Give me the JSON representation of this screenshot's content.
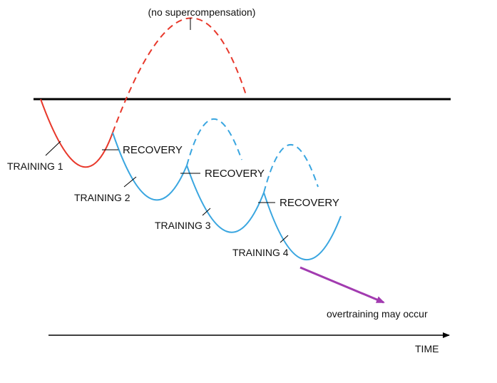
{
  "labels": {
    "top_note": "(no supercompensation)",
    "training_1": "TRAINING 1",
    "training_2": "TRAINING 2",
    "training_3": "TRAINING 3",
    "training_4": "TRAINING 4",
    "recovery_1": "RECOVERY",
    "recovery_2": "RECOVERY",
    "recovery_3": "RECOVERY",
    "overtraining": "overtraining may occur",
    "time_axis": "TIME"
  },
  "colors": {
    "first_cycle": "#e8382b",
    "later_cycles": "#3aa6e0",
    "warning_arrow": "#a23bb0",
    "baseline": "#000000"
  }
}
